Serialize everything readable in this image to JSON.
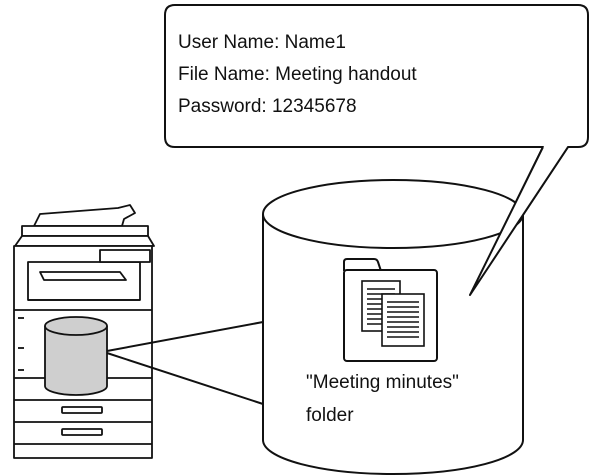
{
  "callout": {
    "line1": "User Name: Name1",
    "line2": "File Name: Meeting handout",
    "line3": "Password: 12345678"
  },
  "storage": {
    "folder_line1": "\"Meeting minutes\"",
    "folder_line2": "folder"
  },
  "icons": {
    "printer": "multifunction-printer-icon",
    "hdd": "hard-disk-cylinder-icon",
    "storage": "storage-cylinder-icon",
    "folder": "folder-with-documents-icon"
  },
  "colors": {
    "stroke": "#111111",
    "hdd_fill": "#cfcfcf",
    "background": "#ffffff"
  }
}
